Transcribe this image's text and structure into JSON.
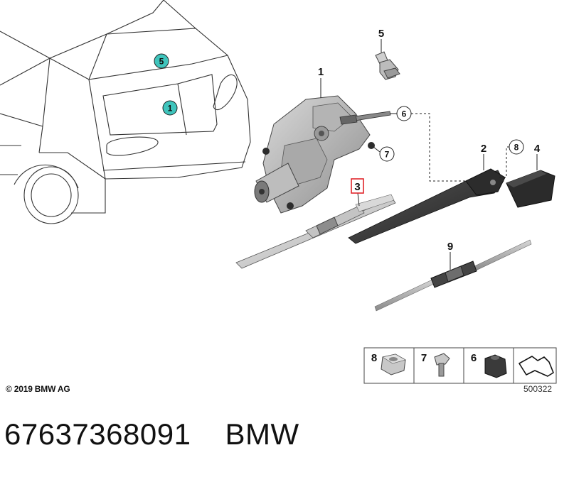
{
  "callouts": {
    "part1": "1",
    "part2": "2",
    "part3": "3",
    "part4": "4",
    "part5": "5",
    "part6": "6",
    "part7": "7",
    "part8": "8",
    "part9": "9"
  },
  "car_markers": {
    "upper": "5",
    "lower": "1"
  },
  "legend": {
    "items": [
      "8",
      "7",
      "6"
    ]
  },
  "copyright": "© 2019 BMW AG",
  "diagram_code": "500322",
  "part_number": "67637368091",
  "brand": "BMW",
  "colors": {
    "marker_teal": "#3fc4bc",
    "highlight_red": "#e0262b",
    "part_dark": "#3a3a3a",
    "part_light": "#c9c9c9"
  }
}
